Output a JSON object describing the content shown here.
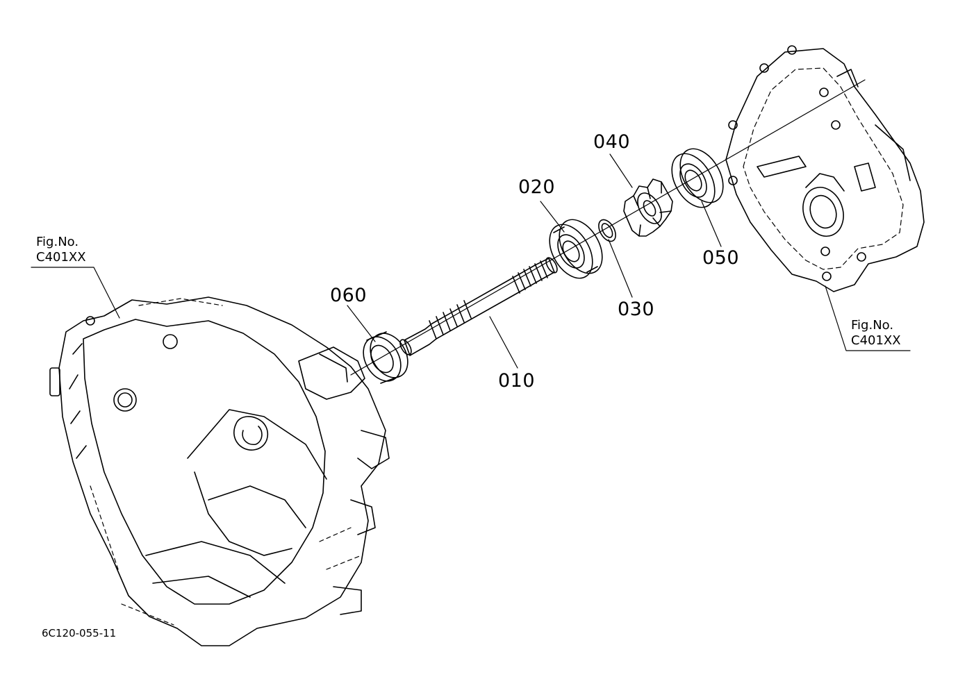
{
  "figure_refs": [
    {
      "line1": "Fig.No.",
      "line2": "C401XX"
    },
    {
      "line1": "Fig.No.",
      "line2": "C401XX"
    }
  ],
  "parts": [
    "060",
    "020",
    "040",
    "050",
    "030",
    "010"
  ],
  "drawing_code": "6C120-055-11",
  "colors": {
    "ink": "#000000",
    "paper": "#ffffff"
  }
}
